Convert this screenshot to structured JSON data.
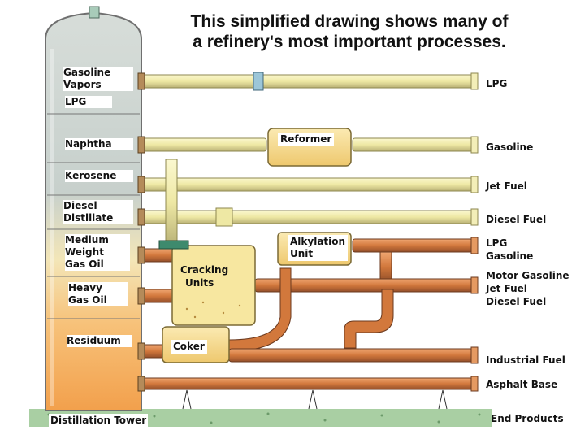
{
  "title": {
    "line1": "This simplified drawing shows many of",
    "line2": "a refinery's most important processes."
  },
  "tower": {
    "label": "Distillation Tower",
    "fractions": {
      "gasoline_vapors_1": "Gasoline",
      "gasoline_vapors_2": "Vapors",
      "lpg": "LPG",
      "naphtha": "Naphtha",
      "kerosene": "Kerosene",
      "diesel_1": "Diesel",
      "diesel_2": "Distillate",
      "medium_1": "Medium",
      "medium_2": "Weight",
      "medium_3": "Gas Oil",
      "heavy_1": "Heavy",
      "heavy_2": "Gas Oil",
      "residuum": "Residuum"
    }
  },
  "units": {
    "reformer": "Reformer",
    "alkylation_1": "Alkylation",
    "alkylation_2": "Unit",
    "cracking_1": "Cracking",
    "cracking_2": "Units",
    "coker": "Coker"
  },
  "products": {
    "lpg": "LPG",
    "gasoline": "Gasoline",
    "jet_fuel": "Jet Fuel",
    "diesel_fuel": "Diesel Fuel",
    "alky_1": "LPG",
    "alky_2": "Gasoline",
    "cracked_1": "Motor Gasoline",
    "cracked_2": "Jet Fuel",
    "cracked_3": "Diesel Fuel",
    "industrial_fuel": "Industrial Fuel",
    "asphalt_base": "Asphalt Base",
    "end_products": "End Products"
  },
  "colors": {
    "pipe_light": "#eee9a6",
    "pipe_copper": "#d27a3e",
    "tower_top": "#c4ccc9",
    "tower_bottom": "#f4ad57",
    "unit_fill": "#f6dc8a",
    "ground": "#9cc59a"
  }
}
